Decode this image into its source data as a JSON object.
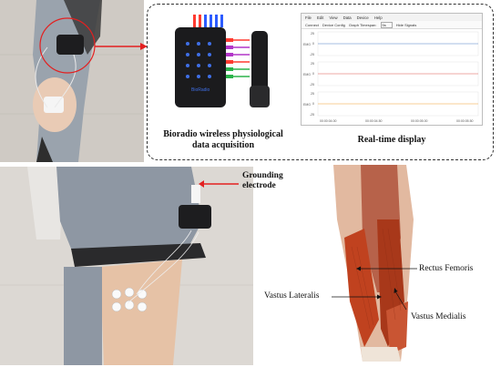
{
  "top_panel": {
    "device_caption_line1": "Bioradio wireless physiological",
    "device_caption_line2": "data acquisition",
    "display_caption": "Real-time display",
    "device_brand": "BioRadio"
  },
  "software": {
    "menu": [
      "File",
      "Edit",
      "View",
      "Data",
      "Device",
      "Help"
    ],
    "toolbar": {
      "connect": "Connect",
      "device_config": "Device Config",
      "graph_timespan": "Graph Timespan:",
      "timespan_value": "5s",
      "hide_signals": "Hide Signals"
    },
    "channels": [
      {
        "label": "EMG",
        "color": "#4a7fc1",
        "ticks": [
          "25",
          "0",
          "-25"
        ]
      },
      {
        "label": "EMG",
        "color": "#d9534f",
        "ticks": [
          "25",
          "0",
          "-25"
        ]
      },
      {
        "label": "EMG",
        "color": "#f0a030",
        "ticks": [
          "25",
          "0",
          "-25"
        ]
      }
    ],
    "time_ticks": [
      "00:00:04.00",
      "00:00:04.50",
      "00:00:05.00",
      "00:00:05.50"
    ]
  },
  "bottom_labels": {
    "grounding_line1": "Grounding",
    "grounding_line2": "electrode",
    "vastus_lateralis": "Vastus Lateralis",
    "rectus_femoris": "Rectus Femoris",
    "vastus_medialis": "Vastus Medialis"
  },
  "colors": {
    "arrow": "#e32020",
    "muscle": "#c0421f",
    "jeans": "#8e97a3"
  }
}
